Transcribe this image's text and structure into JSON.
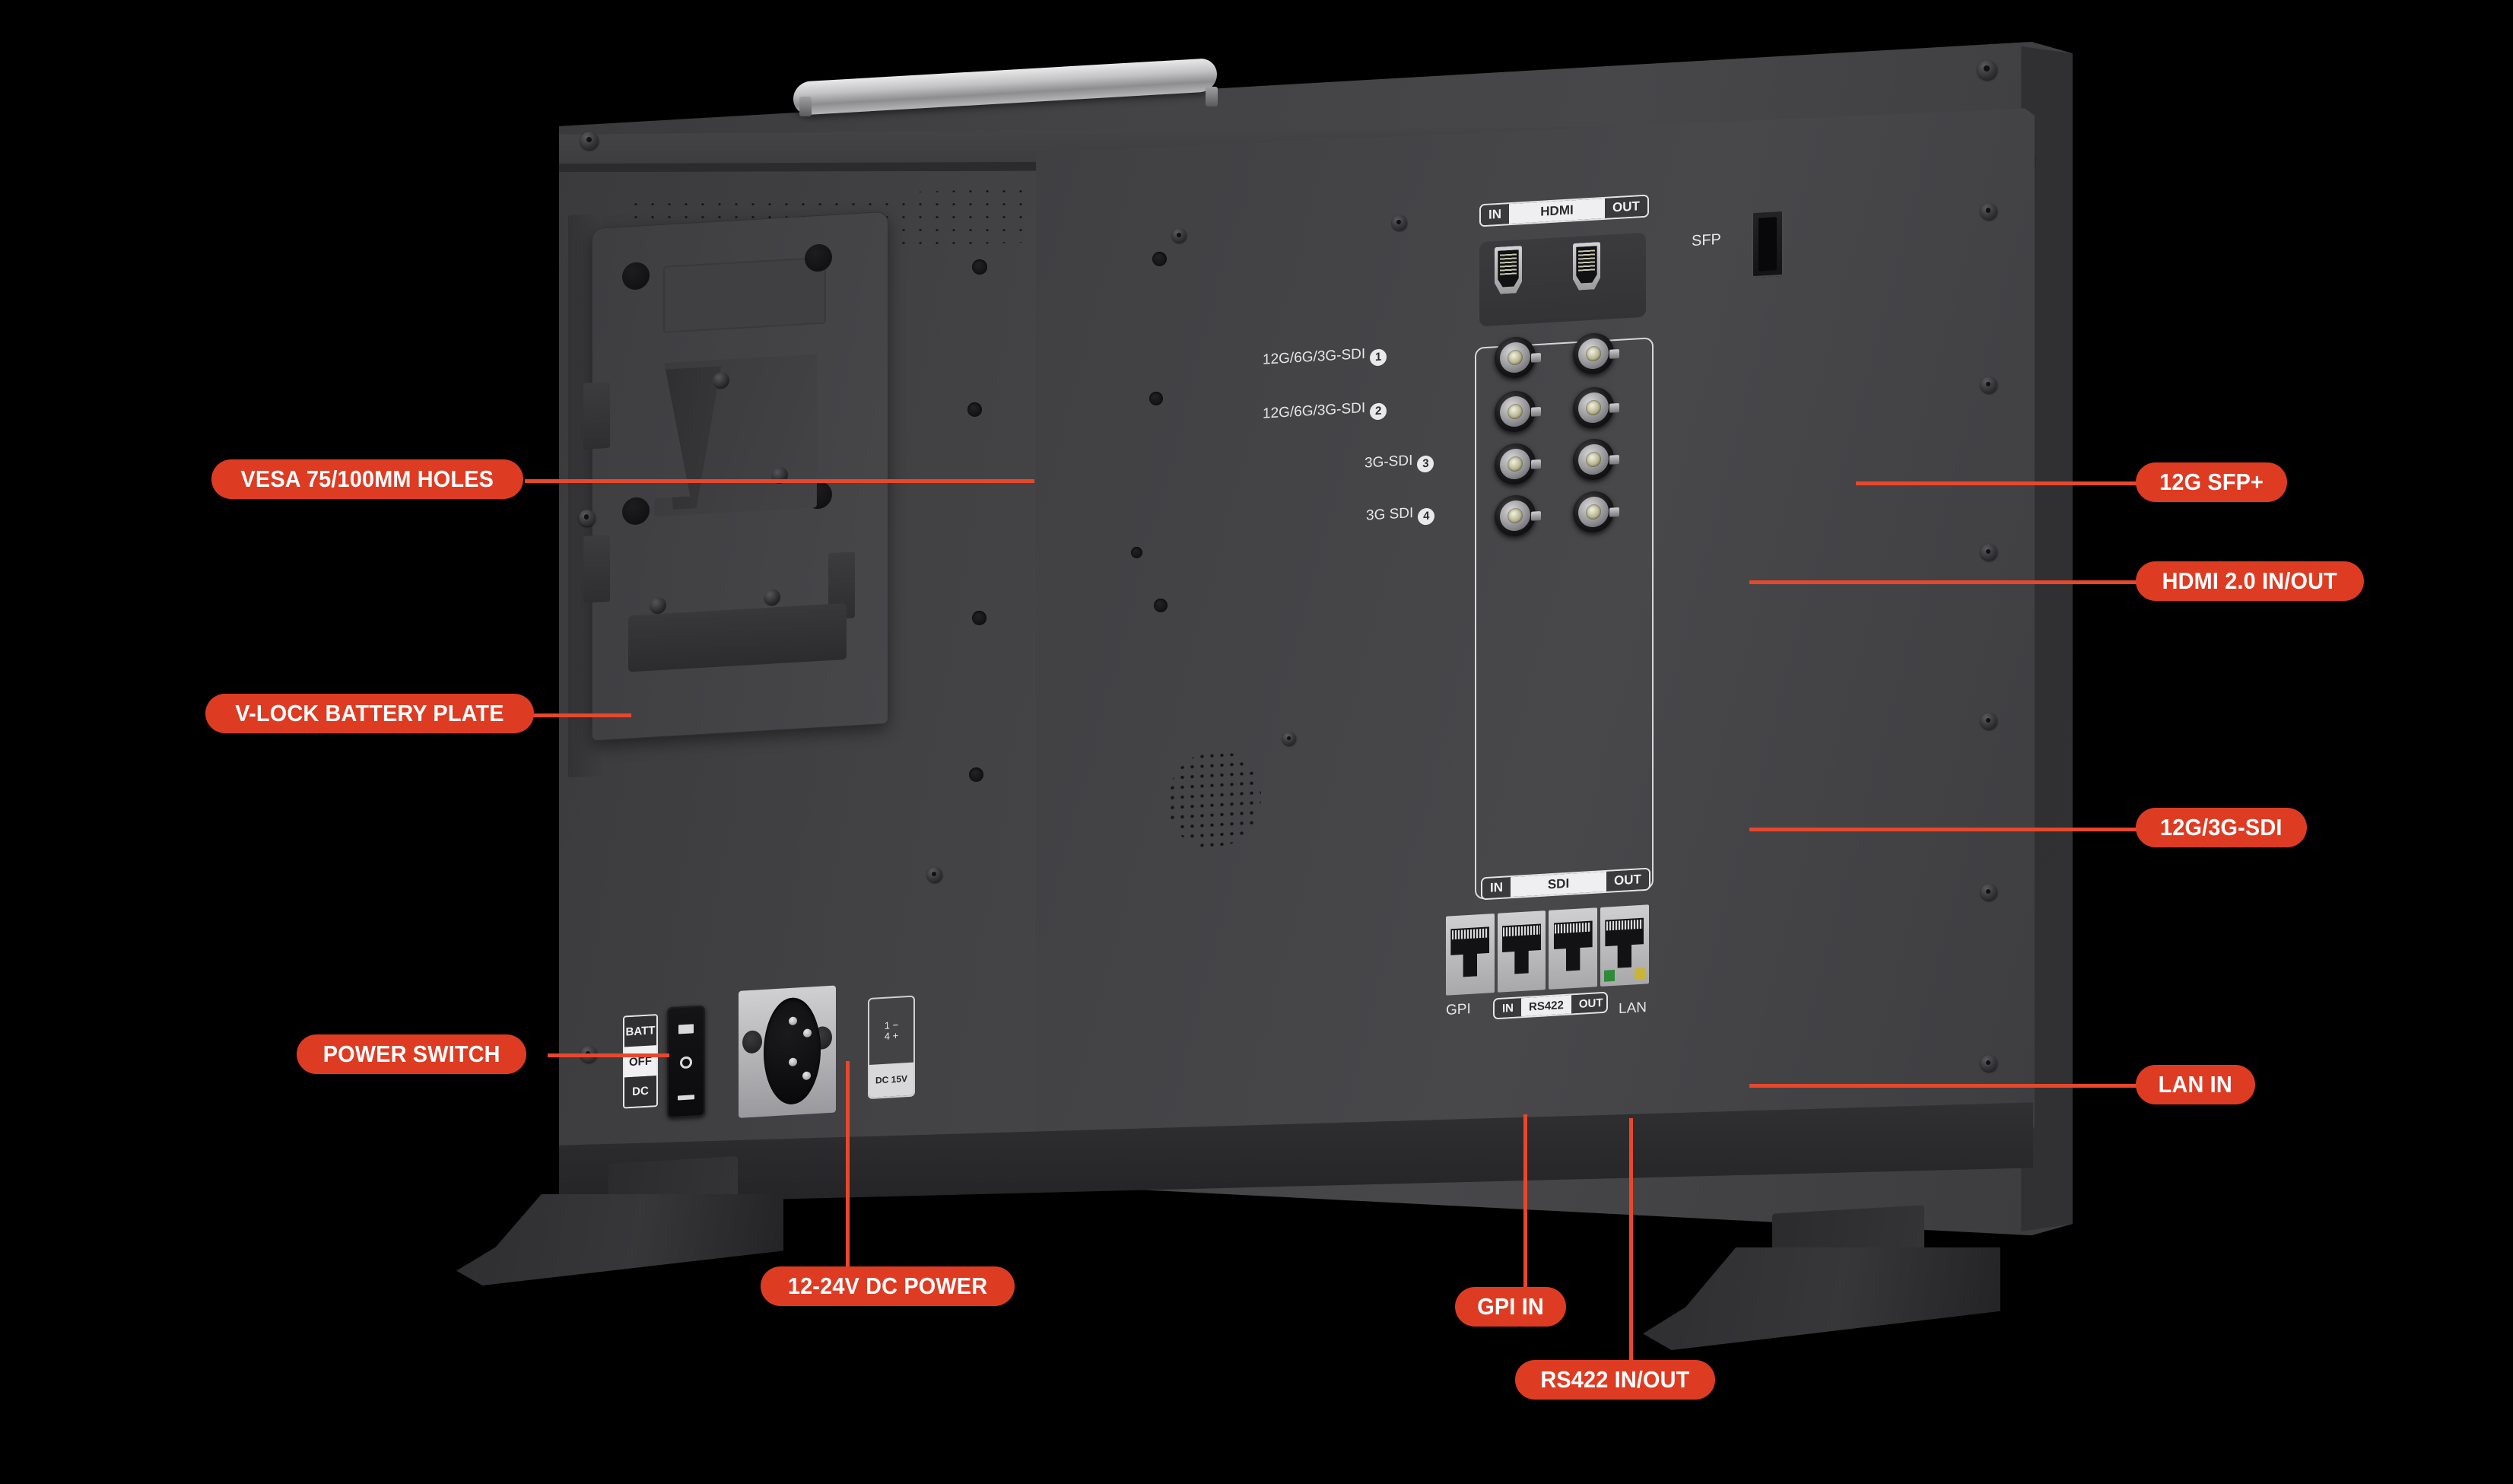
{
  "figure": {
    "subject": "Broadcast production monitor — rear view with port callouts",
    "background_color": "#000000",
    "accent_color": "#DE3B23",
    "lead_line_color": "#E8472C"
  },
  "callouts": [
    {
      "id": "vesa",
      "label": "VESA 75/100MM HOLES",
      "side": "left"
    },
    {
      "id": "vlock",
      "label": "V-LOCK BATTERY PLATE",
      "side": "left"
    },
    {
      "id": "power_switch",
      "label": "POWER SWITCH",
      "side": "left"
    },
    {
      "id": "dc_power",
      "label": "12-24V DC POWER",
      "side": "bottom"
    },
    {
      "id": "gpi_in",
      "label": "GPI IN",
      "side": "bottom"
    },
    {
      "id": "rs422",
      "label": "RS422 IN/OUT",
      "side": "bottom"
    },
    {
      "id": "sfp",
      "label": "12G SFP+",
      "side": "right"
    },
    {
      "id": "hdmi",
      "label": "HDMI 2.0 IN/OUT",
      "side": "right"
    },
    {
      "id": "sdi",
      "label": "12G/3G-SDI",
      "side": "right"
    },
    {
      "id": "lan",
      "label": "LAN IN",
      "side": "right"
    }
  ],
  "panel_markings": {
    "sfp_label": "SFP",
    "hdmi_bar": {
      "in": "IN",
      "mid": "HDMI",
      "out": "OUT"
    },
    "sdi_bar": {
      "in": "IN",
      "mid": "SDI",
      "out": "OUT"
    },
    "rs422_bar": {
      "in": "IN",
      "mid": "RS422",
      "out": "OUT"
    },
    "gpi_label": "GPI",
    "lan_label": "LAN",
    "sdi_rows": [
      {
        "text": "12G/6G/3G-SDI",
        "num": "1"
      },
      {
        "text": "12G/6G/3G-SDI",
        "num": "2"
      },
      {
        "text": "3G-SDI",
        "num": "3"
      },
      {
        "text": "3G SDI",
        "num": "4"
      }
    ],
    "power_switch": {
      "top": "BATT",
      "mid": "OFF",
      "bottom": "DC"
    },
    "dc_jack": {
      "pin1": "1",
      "pin1_sign": "−",
      "pin4": "4",
      "pin4_sign": "+",
      "rating": "DC 15V"
    }
  }
}
